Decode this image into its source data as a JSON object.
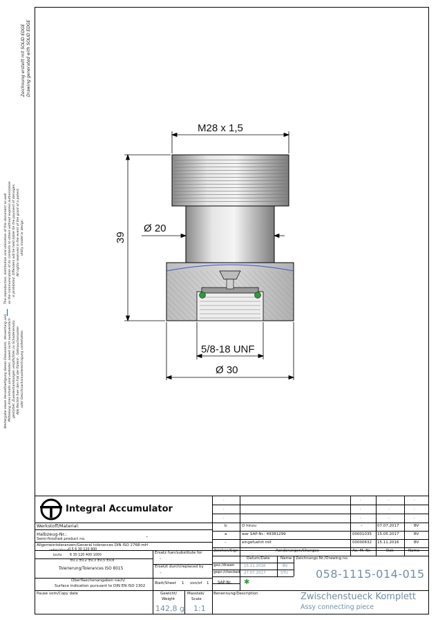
{
  "side_notes": {
    "solid_edge_de": "Zeichnung erstellt mit SOLID EDGE",
    "solid_edge_en": "Drawing generated with SOLID EDGE",
    "copyright_en_1": "The reproduction, distribution and utilization of this document as well",
    "copyright_en_2": "as the communication of its contents to others without express authorization",
    "copyright_en_3": "is prohibited. Offenders will be held liable for the payment of damages.",
    "copyright_en_4": "All rights reserved in the event of the grant of a patent,",
    "copyright_en_5": "utility model or design.",
    "copyright_de_1": "Weitergabe sowie Vervielfaeltigung dieses Dokuments, Verwertung und",
    "copyright_de_2": "Mitteilung ihres Inhalts sind verboten, soweit nicht ausdruecklich",
    "copyright_de_3": "gestattet. Zuwiderhandlungen verpflichten zu Schadenersatz.",
    "copyright_de_4": "Alle Rechte fuer den Fall der Patent-, Gebrauchsmuster-",
    "copyright_de_5": "oder Geschmacksmustereintragung vorbehalten."
  },
  "drawing": {
    "dim_thread_top": "M28 x 1,5",
    "dim_height": "39",
    "dim_shaft": "Ø 20",
    "dim_thread_bottom": "5/8-18 UNF",
    "dim_outer": "Ø 30"
  },
  "title_block": {
    "company": "Integral Accumulator",
    "material_label": "Werkstoff/Material:",
    "semi_label_de": "Halbzeug-Nr.:",
    "semi_label_en": "Semi-finished product no.",
    "semi_value": "–",
    "tol_line1": "Allgemeintoleranzen/General tolerances DIN ISO 2768-mH",
    "tol_row1_label": "ueber/above",
    "tol_row1_vals": "0,5    6    30    120    400",
    "tol_row2_label": "bis/to",
    "tol_row2_vals": "6    30    120    400    1000",
    "tol_row3_vals": "±0,1  ±0,2  ±0,3  ±0,5  ±0,8",
    "tol_iso": "Tolerierung/Tolerances ISO 8015",
    "surface_1": "Oberflaechenangaben nach/",
    "surface_2": "Surface indication pursuant to DIN EN ISO 1302",
    "pause_label": "Pause vom/Copy date",
    "replace_for_label": "Ersatz fuer/substitute for",
    "replace_for_value": "–",
    "replaced_by_label": "Ersetzt durch/replaced by",
    "replaced_by_value": "–",
    "sheet_label": "Blatt/Sheet",
    "sheet_value": "1",
    "of_label": "von/of",
    "of_value": "1",
    "sap_label": "SAP-Nr.",
    "weight_label_1": "Gewicht/",
    "weight_label_2": "Weight",
    "weight_value": "142,8 g",
    "scale_label_1": "Masstab/",
    "scale_label_2": "Scale",
    "scale_value": "1:1",
    "name_label": "Benennung/Description",
    "title_de": "Zwischenstueck Komplett",
    "title_en": "Assy connecting piece",
    "drawing_no_label": "Zeichnungs Nr./Drawing no.",
    "drawing_no": "058-1115-014-015",
    "sign_header": "Zeichen/Sign",
    "changes_header": "Aenderungen/Changes",
    "change_no_header": "Ae.-M.-Nr.",
    "date_header": "Dat.",
    "name_header": "Name",
    "date_col": "Datum/Date",
    "name_col": "Name",
    "drawn_label": "gez./drawn",
    "drawn_date": "15.11.2016",
    "drawn_name": "BV",
    "checked_label": "gepr./checked",
    "checked_date": "27.07.2017",
    "checked_name": "STU",
    "dot": ".",
    "revisions": [
      {
        "sign": "b",
        "change": "O hinzu",
        "no": "–",
        "date": "07.07.2017",
        "name": "BV"
      },
      {
        "sign": "a",
        "change": "war SAP-Nr.: 49381299",
        "no": "00001035",
        "date": "15.05.2017",
        "name": "BV"
      },
      {
        "sign": "–",
        "change": "eingefuehrt mit",
        "no": "00000632",
        "date": "15.11.2016",
        "name": "BV"
      }
    ]
  },
  "colors": {
    "line": "#000000",
    "part": "#c9c9c9",
    "oring": "#2a9a3a",
    "hand": "#6e8fa6"
  }
}
